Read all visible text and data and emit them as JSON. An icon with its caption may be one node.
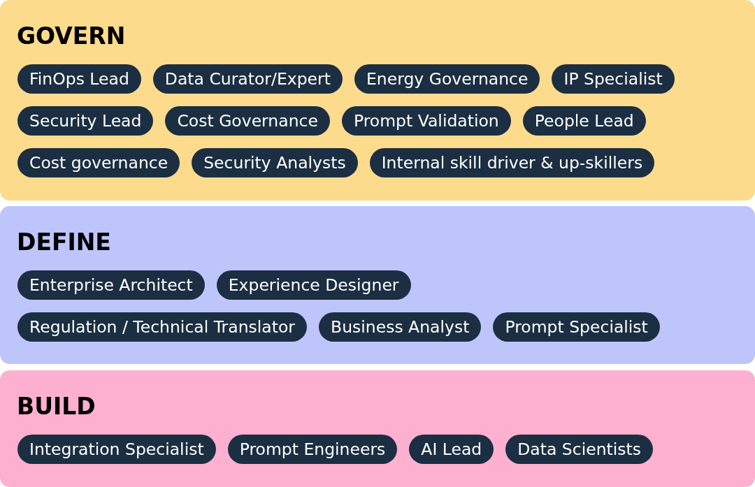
{
  "diagram": {
    "nodes": [
      {
        "text": [
          "GOVERN"
        ]
      },
      {
        "text": [
          "FinOps Lead"
        ],
        "in": 0
      },
      {
        "text": [
          "Data Curator/Expert"
        ],
        "in": 0
      },
      {
        "text": [
          "Energy Governance"
        ],
        "in": 0
      },
      {
        "text": [
          "IP Specialist"
        ],
        "in": 0
      },
      {
        "text": [
          "Security Lead"
        ],
        "in": 0
      },
      {
        "text": [
          "Cost Governance"
        ],
        "in": 0
      },
      {
        "text": [
          "Prompt Validation"
        ],
        "in": 0
      },
      {
        "text": [
          "People Lead"
        ],
        "in": 0
      },
      {
        "text": [
          "Cost governance"
        ],
        "in": 0
      },
      {
        "text": [
          "Security Analysts"
        ],
        "in": 0
      },
      {
        "text": [
          "Internal skill driver & up-skillers"
        ],
        "in": 0
      },
      {
        "text": [
          "DEFINE"
        ]
      },
      {
        "text": [
          "Enterprise Architect"
        ],
        "in": 12
      },
      {
        "text": [
          "Experience Designer"
        ],
        "in": 12
      },
      {
        "text": [
          "Regulation / Technical Translator"
        ],
        "in": 12
      },
      {
        "text": [
          "Business Analyst"
        ],
        "in": 12
      },
      {
        "text": [
          "Prompt Specialist"
        ],
        "in": 12
      },
      {
        "text": [
          "BUILD"
        ]
      },
      {
        "text": [
          "Integration Specialist"
        ],
        "in": 18
      },
      {
        "text": [
          "Prompt Engineers"
        ],
        "in": 18
      },
      {
        "text": [
          "AI Lead"
        ],
        "in": 18
      },
      {
        "text": [
          "Data Scientists"
        ],
        "in": 18
      }
    ]
  }
}
